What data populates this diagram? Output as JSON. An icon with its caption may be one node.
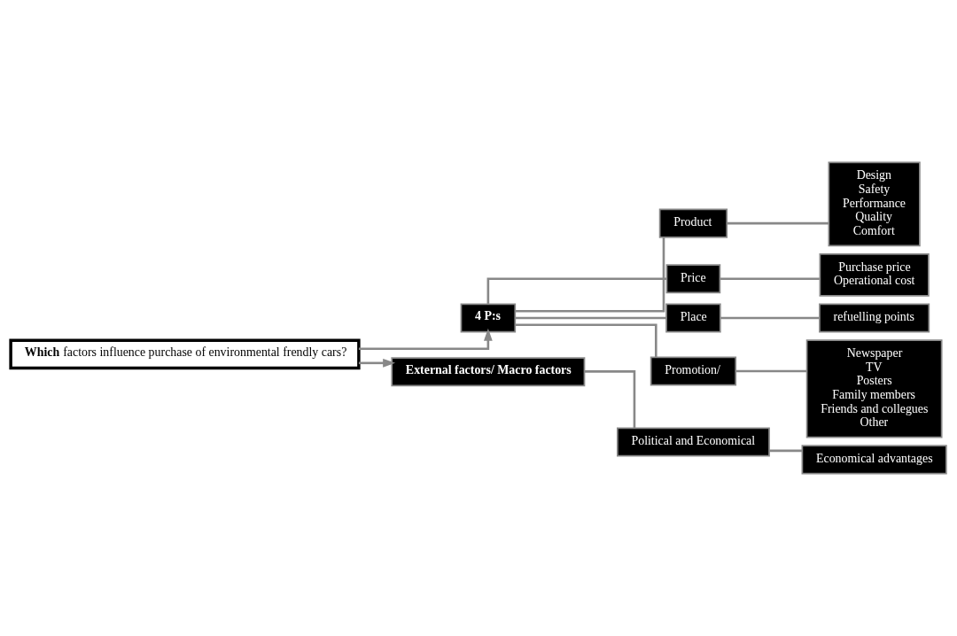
{
  "diagram": {
    "nodes": [
      {
        "text": [
          "**Which** factors influence purchase of environmental frendly cars?"
        ]
      },
      {
        "text": [
          "4 P:s"
        ]
      },
      {
        "text": [
          "Product"
        ]
      },
      {
        "text": [
          "Price"
        ]
      },
      {
        "text": [
          "Place"
        ]
      },
      {
        "text": [
          "Promotion/"
        ]
      },
      {
        "text": [
          "Design",
          "Safety",
          "Performance",
          "Quality",
          "Comfort"
        ]
      },
      {
        "text": [
          "Purchase price",
          "Operational cost"
        ]
      },
      {
        "text": [
          "refuelling points"
        ]
      },
      {
        "text": [
          "Newspaper",
          "TV",
          "Posters",
          "Family members",
          "Friends and collegues",
          "Other"
        ]
      },
      {
        "text": [
          "External factors/ Macro factors"
        ]
      },
      {
        "text": [
          "Political and Economical"
        ]
      },
      {
        "text": [
          "Economical advantages"
        ]
      }
    ],
    "edges": [
      {
        "from": 0,
        "to": 1,
        "arrow": "to"
      },
      {
        "from": 0,
        "to": 10,
        "arrow": "to"
      },
      {
        "from": 1,
        "to": 2,
        "arrow": "none"
      },
      {
        "from": 1,
        "to": 3,
        "arrow": "none"
      },
      {
        "from": 1,
        "to": 4,
        "arrow": "none"
      },
      {
        "from": 1,
        "to": 5,
        "arrow": "none"
      },
      {
        "from": 2,
        "to": 6,
        "arrow": "none"
      },
      {
        "from": 3,
        "to": 7,
        "arrow": "none"
      },
      {
        "from": 4,
        "to": 8,
        "arrow": "none"
      },
      {
        "from": 5,
        "to": 9,
        "arrow": "none"
      },
      {
        "from": 10,
        "to": 11,
        "arrow": "none"
      },
      {
        "from": 11,
        "to": 12,
        "arrow": "none"
      }
    ]
  }
}
